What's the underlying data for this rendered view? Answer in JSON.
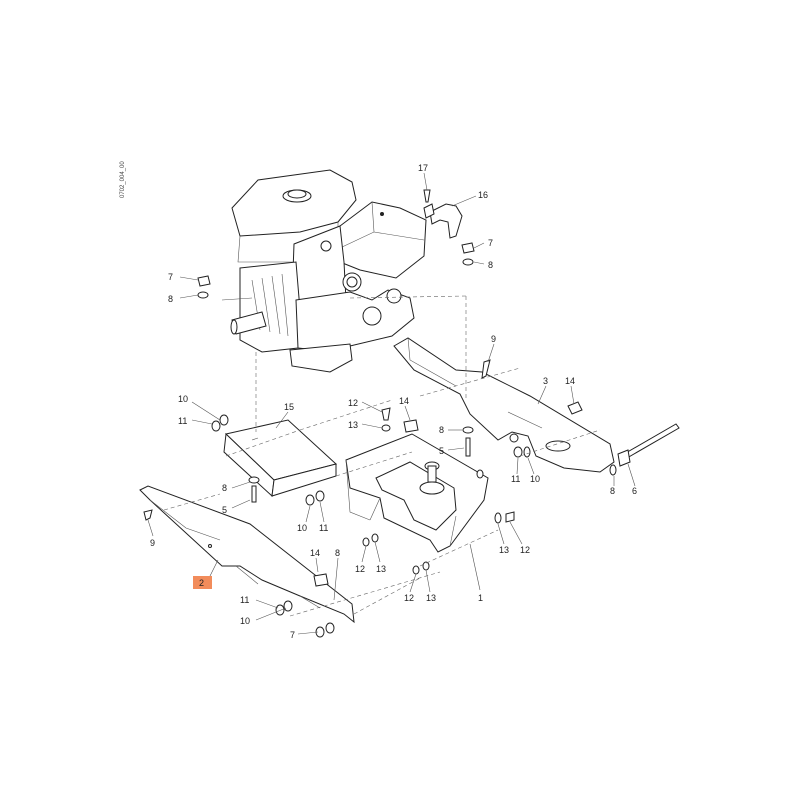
{
  "diagram": {
    "reference_code": "0702_004_00",
    "highlight_color": "#f28c5b",
    "callouts": [
      {
        "id": "c17",
        "text": "17"
      },
      {
        "id": "c16",
        "text": "16"
      },
      {
        "id": "c7a",
        "text": "7"
      },
      {
        "id": "c8a",
        "text": "8"
      },
      {
        "id": "c7b",
        "text": "7"
      },
      {
        "id": "c8b",
        "text": "8"
      },
      {
        "id": "c9a",
        "text": "9"
      },
      {
        "id": "c3",
        "text": "3"
      },
      {
        "id": "c14a",
        "text": "14"
      },
      {
        "id": "c10a",
        "text": "10"
      },
      {
        "id": "c11a",
        "text": "11"
      },
      {
        "id": "c15",
        "text": "15"
      },
      {
        "id": "c12a",
        "text": "12"
      },
      {
        "id": "c13a",
        "text": "13"
      },
      {
        "id": "c14b",
        "text": "14"
      },
      {
        "id": "c8c",
        "text": "8"
      },
      {
        "id": "c5a",
        "text": "5"
      },
      {
        "id": "c11b",
        "text": "11"
      },
      {
        "id": "c10b",
        "text": "10"
      },
      {
        "id": "c8d",
        "text": "8"
      },
      {
        "id": "c6",
        "text": "6"
      },
      {
        "id": "c8e",
        "text": "8"
      },
      {
        "id": "c5b",
        "text": "5"
      },
      {
        "id": "c10c",
        "text": "10"
      },
      {
        "id": "c11c",
        "text": "11"
      },
      {
        "id": "c9b",
        "text": "9"
      },
      {
        "id": "c2",
        "text": "2"
      },
      {
        "id": "c14c",
        "text": "14"
      },
      {
        "id": "c8f",
        "text": "8"
      },
      {
        "id": "c12b",
        "text": "12"
      },
      {
        "id": "c13b",
        "text": "13"
      },
      {
        "id": "c13c",
        "text": "13"
      },
      {
        "id": "c12c",
        "text": "12"
      },
      {
        "id": "c12d",
        "text": "12"
      },
      {
        "id": "c13d",
        "text": "13"
      },
      {
        "id": "c1",
        "text": "1"
      },
      {
        "id": "c11d",
        "text": "11"
      },
      {
        "id": "c10d",
        "text": "10"
      },
      {
        "id": "c7c",
        "text": "7"
      }
    ]
  }
}
